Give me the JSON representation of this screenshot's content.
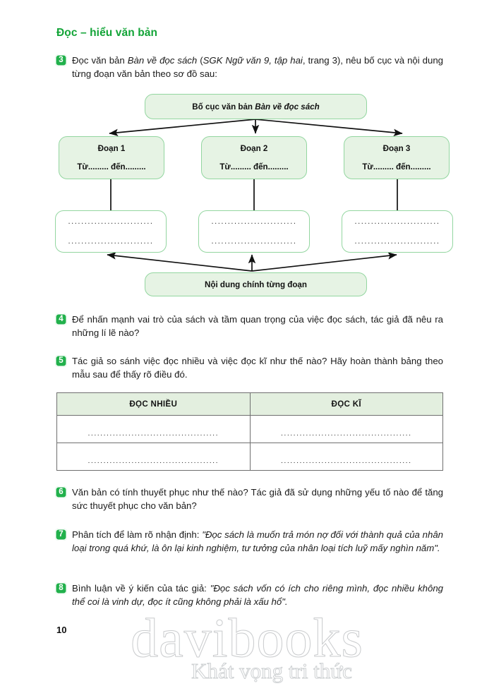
{
  "page": {
    "heading": "Đọc – hiểu văn bản",
    "page_number": "10",
    "accent_green": "#22b14c",
    "heading_green": "#12a437",
    "node_fill_green": "#e6f3e4",
    "node_border_green": "#93d6a0",
    "table_header_fill": "#e3efdf"
  },
  "watermark": {
    "main": "davibooks",
    "sub": "Khát vọng tri thức"
  },
  "questions": [
    {
      "number": "3",
      "parts": [
        {
          "text": "Đọc văn bản ",
          "italic": false
        },
        {
          "text": "Bàn về đọc sách",
          "italic": true
        },
        {
          "text": " (",
          "italic": false
        },
        {
          "text": "SGK Ngữ văn 9, tập hai",
          "italic": true
        },
        {
          "text": ", trang 3), nêu bố cục và nội dung từng đoạn văn bản theo sơ đồ sau:",
          "italic": false
        }
      ]
    },
    {
      "number": "4",
      "parts": [
        {
          "text": "Để nhấn mạnh vai trò của sách và tầm quan trọng của việc đọc sách, tác giả đã nêu ra những lí lẽ nào?",
          "italic": false
        }
      ]
    },
    {
      "number": "5",
      "parts": [
        {
          "text": "Tác giả so sánh việc đọc nhiều và việc đọc kĩ như thế nào? Hãy hoàn thành bảng theo mẫu sau để thấy rõ điều đó.",
          "italic": false
        }
      ]
    },
    {
      "number": "6",
      "parts": [
        {
          "text": "Văn bản có tính thuyết phục như thế nào? Tác giả đã sử dụng những yếu tố nào để tăng sức thuyết phục cho văn bản?",
          "italic": false
        }
      ]
    },
    {
      "number": "7",
      "parts": [
        {
          "text": "Phân tích để làm rõ nhận định: ",
          "italic": false
        },
        {
          "text": "\"Đọc sách là muốn trả món nợ đối với thành quả của nhân loại trong quá khứ, là ôn lại kinh nghiệm, tư tưởng của nhân loại tích luỹ mấy nghìn năm\".",
          "italic": true
        }
      ]
    },
    {
      "number": "8",
      "parts": [
        {
          "text": "Bình luận về ý kiến của tác giả: ",
          "italic": false
        },
        {
          "text": "\"Đọc sách vốn có ích cho riêng mình, đọc nhiều không thể coi là vinh dự, đọc ít cũng không phải là xấu hổ\".",
          "italic": true
        }
      ]
    }
  ],
  "diagram": {
    "top_node": {
      "prefix": "Bố cục văn bản ",
      "title_italic": "Bàn về đọc sách"
    },
    "section_nodes": [
      {
        "label": "Đoạn 1",
        "range": "Từ......... đến........."
      },
      {
        "label": "Đoạn 2",
        "range": "Từ......... đến........."
      },
      {
        "label": "Đoạn 3",
        "range": "Từ......... đến........."
      }
    ],
    "content_nodes": [
      {
        "line1": "..........................",
        "line2": ".........................."
      },
      {
        "line1": "..........................",
        "line2": ".........................."
      },
      {
        "line1": "..........................",
        "line2": ".........................."
      }
    ],
    "bottom_node": {
      "label": "Nội dung chính từng đoạn"
    }
  },
  "table": {
    "headers": [
      "ĐỌC NHIỀU",
      "ĐỌC KĨ"
    ],
    "rows": [
      [
        "..........................................",
        ".........................................."
      ],
      [
        "..........................................",
        ".........................................."
      ]
    ]
  }
}
